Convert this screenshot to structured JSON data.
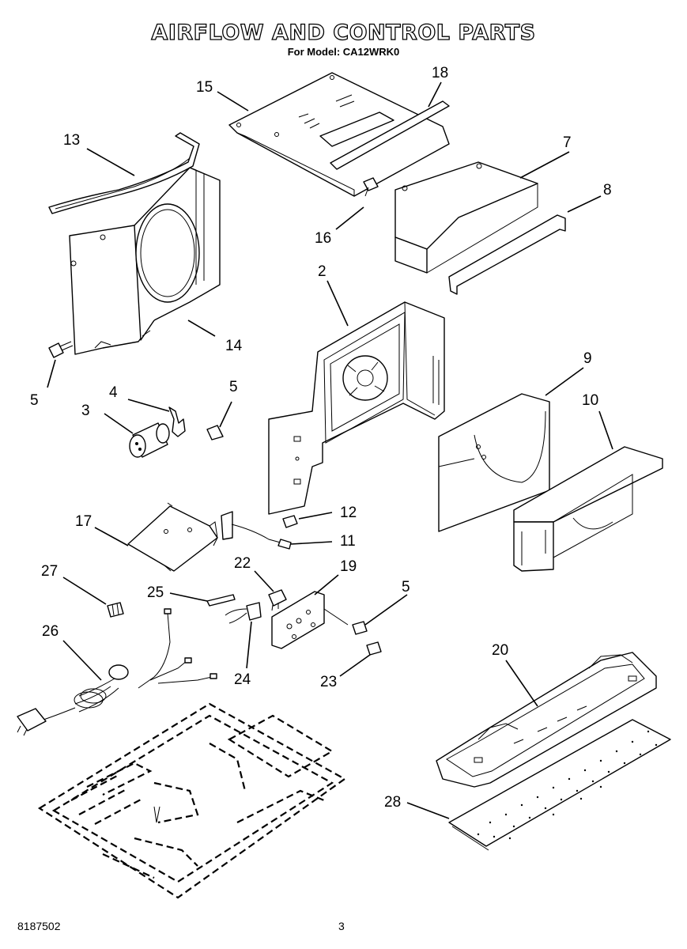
{
  "header": {
    "title": "AIRFLOW AND CONTROL PARTS",
    "subtitle": "For Model: CA12WRK0"
  },
  "footer": {
    "doc_number": "8187502",
    "page_number": "3"
  },
  "callouts": {
    "c1": "13",
    "c2": "15",
    "c3": "18",
    "c4": "7",
    "c5": "8",
    "c6": "16",
    "c7": "2",
    "c8": "14",
    "c9": "5",
    "c10": "4",
    "c11": "5",
    "c12": "3",
    "c13": "9",
    "c14": "10",
    "c15": "12",
    "c16": "11",
    "c17": "17",
    "c18": "22",
    "c19": "19",
    "c20": "27",
    "c21": "25",
    "c22": "5",
    "c23": "26",
    "c24": "24",
    "c25": "23",
    "c26": "20",
    "c27": "28"
  }
}
